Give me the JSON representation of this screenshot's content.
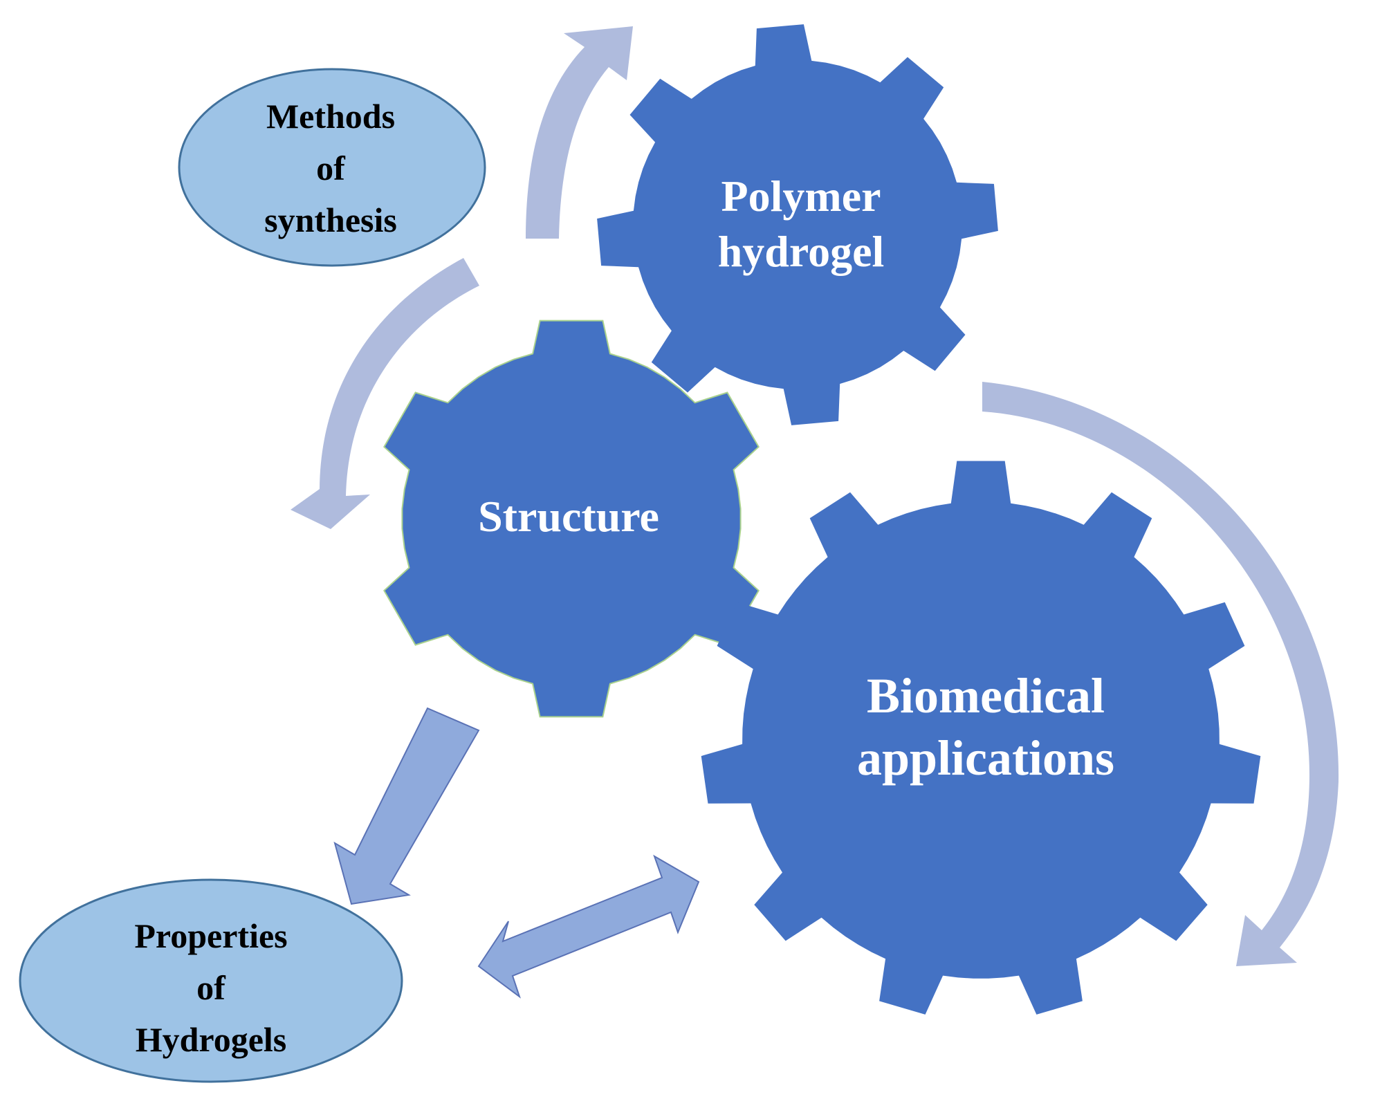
{
  "diagram": {
    "colors": {
      "gear_fill": "#4472C4",
      "ellipse_fill": "#9DC3E6",
      "ellipse_stroke": "#41719C",
      "arrow_light": "#AFBBDD",
      "arrow_medium": "#8FAADC",
      "arrow_stroke": "#5A72B5",
      "gear_text": "#FFFFFF",
      "node_text": "#000000"
    },
    "gears": {
      "polymer": {
        "lines": [
          "Polymer",
          "hydrogel"
        ]
      },
      "structure": {
        "lines": [
          "Structure"
        ]
      },
      "biomedical": {
        "lines": [
          "Biomedical",
          "applications"
        ]
      }
    },
    "nodes": {
      "methods": {
        "lines": [
          "Methods",
          "of",
          "synthesis"
        ]
      },
      "properties": {
        "lines": [
          "Properties",
          "of",
          "Hydrogels"
        ]
      }
    }
  }
}
